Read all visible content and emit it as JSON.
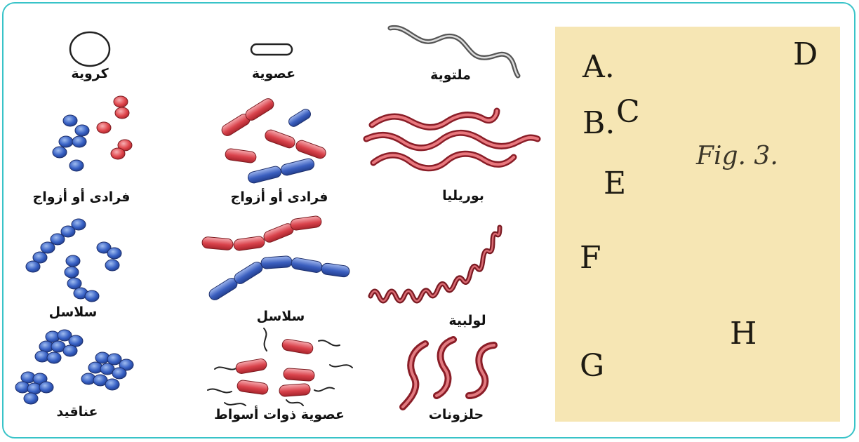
{
  "labels": {
    "coccus": "كروية",
    "bacillus": "عصوية",
    "spirillum": "ملتوية",
    "diplococci": "فرادى أو أزواج",
    "diplobacilli": "فرادى أو أزواج",
    "borrelia": "بوريليا",
    "streptococci": "سلاسل",
    "streptobacilli": "سلاسل",
    "spirochete": "لولبية",
    "staphylococci": "عناقيد",
    "flagellated_bacilli": "عصوية ذوات أسواط",
    "vibrio": "حلزونات"
  },
  "leeuwenhoek_figure": {
    "letters": [
      "A.",
      "B.",
      "C",
      "D",
      "E",
      "F",
      "G",
      "H"
    ],
    "caption": "Fig. 3."
  },
  "colors": {
    "frame": "#38c3c8",
    "red_cell": "#d9434c",
    "blue_cell": "#3b5fbf",
    "panel": "#f6e6b4"
  }
}
